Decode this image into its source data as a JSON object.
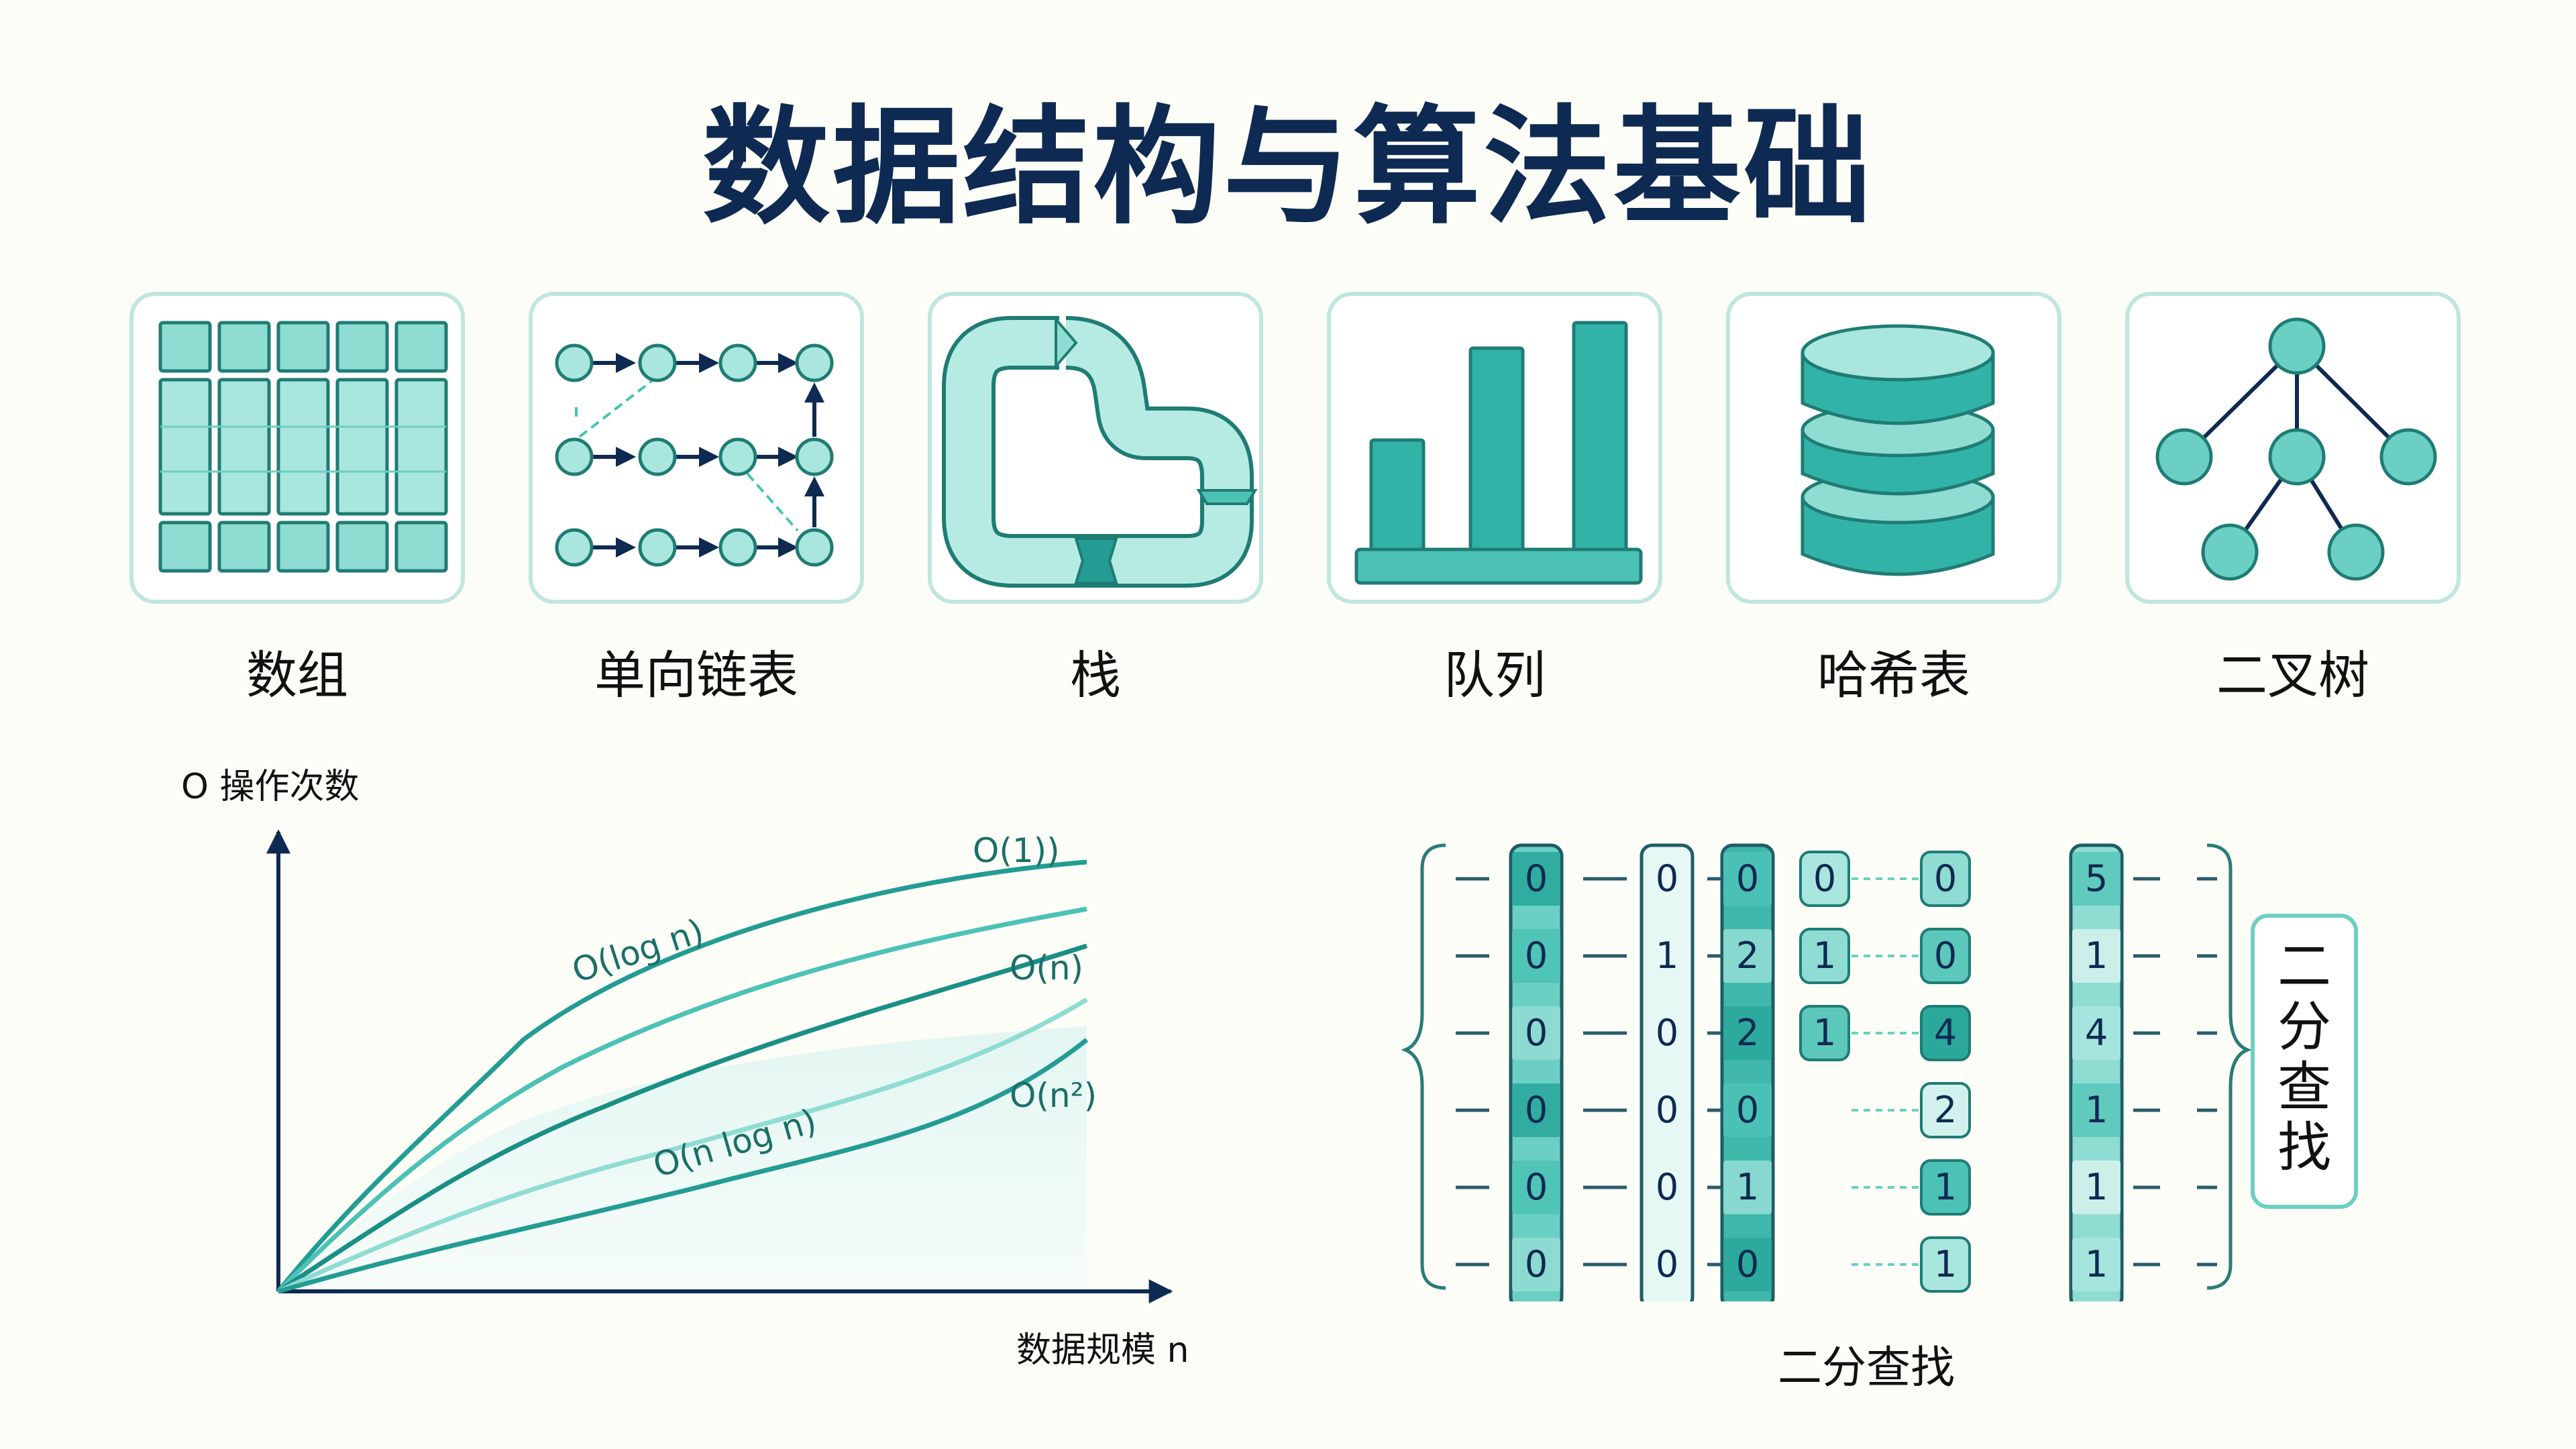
{
  "title": "数据结构与算法基础",
  "structures": [
    {
      "name": "array-card",
      "label": "数组",
      "icon": "grid-icon"
    },
    {
      "name": "linked-list-card",
      "label": "单向链表",
      "icon": "linked-nodes-icon"
    },
    {
      "name": "stack-card",
      "label": "栈",
      "icon": "pipe-loop-icon"
    },
    {
      "name": "queue-card",
      "label": "队列",
      "icon": "bar-stack-icon"
    },
    {
      "name": "hash-table-card",
      "label": "哈希表",
      "icon": "database-cylinder-icon"
    },
    {
      "name": "binary-tree-card",
      "label": "二叉树",
      "icon": "tree-icon"
    }
  ],
  "complexity_chart": {
    "ylabel": "O 操作次数",
    "xlabel": "数据规模 n",
    "curves": [
      {
        "label": "O(1))"
      },
      {
        "label": "O(log n)"
      },
      {
        "label": "O(n)"
      },
      {
        "label": "O(n²)"
      },
      {
        "label": "O(n log n)"
      }
    ]
  },
  "binary_search": {
    "caption": "二分查找",
    "side_label": [
      "二",
      "分",
      "查",
      "找"
    ],
    "columns": [
      [
        "0",
        "0",
        "0",
        "0",
        "0",
        "0"
      ],
      [
        "0",
        "1",
        "0",
        "0",
        "0",
        "0"
      ],
      [
        "0",
        "2",
        "2",
        "0",
        "1",
        "0"
      ],
      [
        "0",
        "1",
        "1"
      ],
      [
        "0",
        "0",
        "4",
        "2",
        "1",
        "1"
      ],
      [
        "5",
        "1",
        "4",
        "1",
        "1",
        "1"
      ]
    ]
  },
  "colors": {
    "teal_dark": "#239c93",
    "teal_mid": "#4cc2b6",
    "teal_light": "#8fdcd2",
    "teal_pale": "#d3f1ec",
    "navy": "#0e2a52"
  }
}
